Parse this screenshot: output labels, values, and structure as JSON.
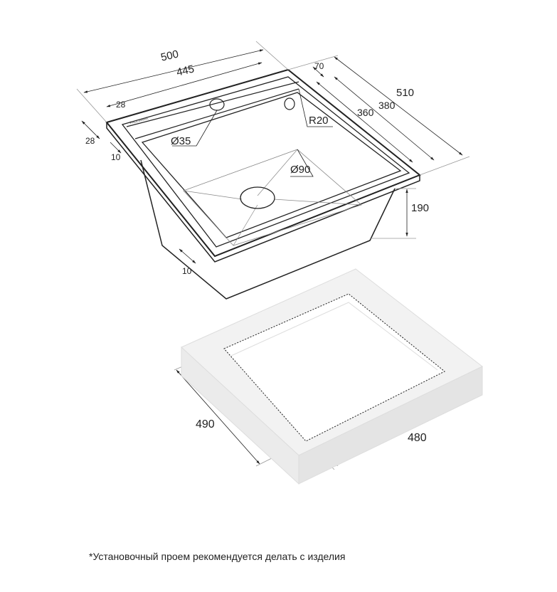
{
  "dimensions": {
    "width_outer": "500",
    "width_inner": "445",
    "depth_outer": "510",
    "depth_380": "380",
    "depth_360": "360",
    "back_ledge": "70",
    "side_rim_top": "28",
    "side_rim_left": "28",
    "rim_10_top": "10",
    "rim_10_bottom": "10",
    "tap_hole": "Ø35",
    "corner_radius": "R20",
    "drain": "Ø90",
    "bowl_depth": "190",
    "cutout_depth": "490",
    "cutout_width": "480"
  },
  "brand_mark": "PAULMARK",
  "footnote": "*Установочный проем рекомендуется делать с изделия",
  "colors": {
    "line": "#222222",
    "slab": "#f2f2f2"
  }
}
